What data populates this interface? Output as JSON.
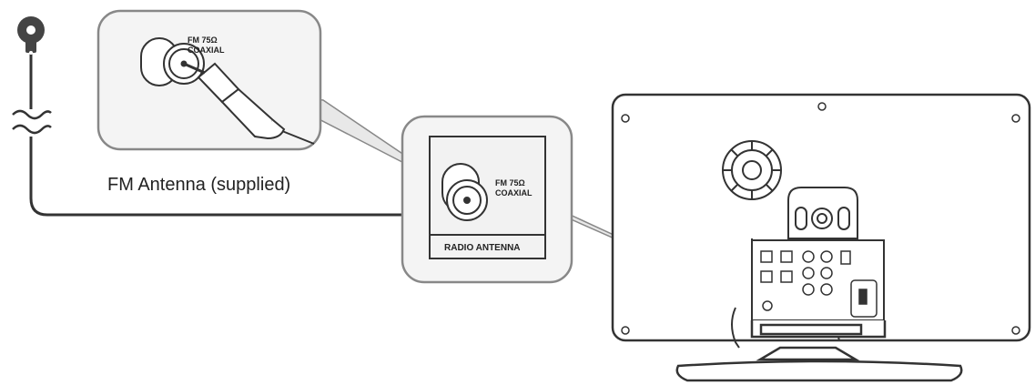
{
  "caption": "FM Antenna (supplied)",
  "zoom_callout": {
    "label_line1": "FM 75Ω",
    "label_line2": "COAXIAL"
  },
  "panel_callout": {
    "label_line1": "FM 75Ω",
    "label_line2": "COAXIAL",
    "panel_title": "RADIO ANTENNA"
  },
  "icons": {
    "antenna_tip": "antenna-connector-icon",
    "cable_break": "wave-break-icon",
    "speaker_grille": "speaker-grille-icon"
  },
  "colors": {
    "line": "#333333",
    "panel_fill": "#f2f2f2",
    "callout_fill": "#f4f4f4",
    "callout_border": "#888888"
  }
}
